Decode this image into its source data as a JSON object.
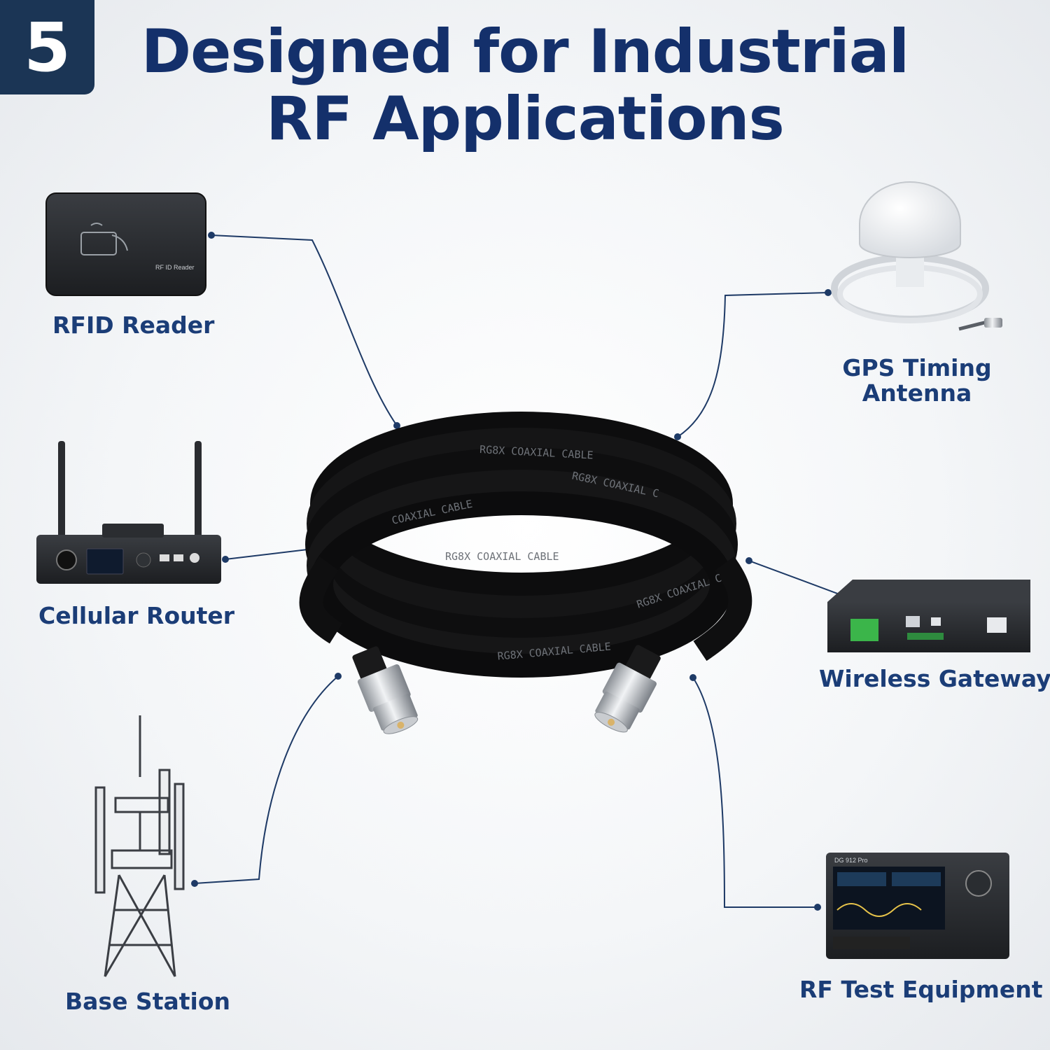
{
  "badge": "5",
  "title": {
    "line1": "Designed for Industrial",
    "line2": "RF Applications"
  },
  "labels": {
    "rfid": "RFID Reader",
    "gps_line1": "GPS Timing",
    "gps_line2": "Antenna",
    "router": "Cellular Router",
    "gateway": "Wireless Gateway",
    "base": "Base Station",
    "rf_test": "RF Test Equipment"
  },
  "device_text": {
    "rfid_device": "RF ID Reader",
    "test_model": "DG 912 Pro"
  },
  "cable_prints": [
    "RG8X COAXIAL CABLE",
    "COAXIAL CABLE",
    "RG8X COAXIAL C",
    "RG8X COAXIAL CABLE",
    "RG8X COAXIAL C",
    "RG8X COAXIAL CABLE"
  ],
  "colors": {
    "badge_bg": "#1b3555",
    "title": "#14306b",
    "label": "#1b3d77",
    "connector_line": "#1e3a66"
  }
}
